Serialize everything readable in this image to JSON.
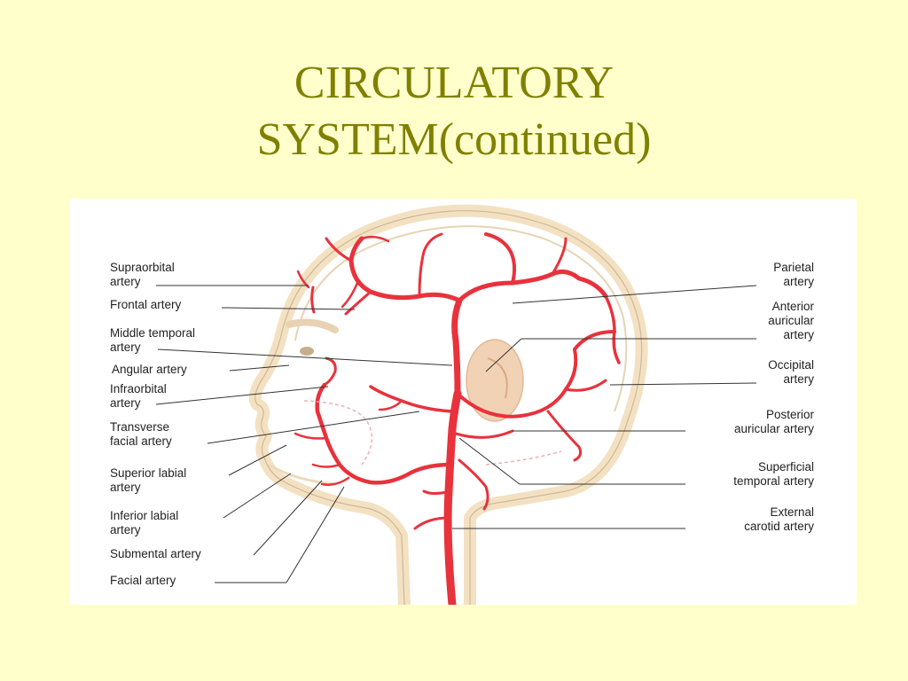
{
  "slide": {
    "title_line1": "CIRCULATORY",
    "title_line2": "SYSTEM(continued)"
  },
  "colors": {
    "background": "#ffffcc",
    "title": "#808000",
    "artery": "#e8323c",
    "skin": "#f5e6cc"
  },
  "labels_left": [
    {
      "l1": "Supraorbital",
      "l2": "artery"
    },
    {
      "l1": "Frontal artery",
      "l2": ""
    },
    {
      "l1": "Middle temporal",
      "l2": "artery"
    },
    {
      "l1": "Angular artery",
      "l2": ""
    },
    {
      "l1": "Infraorbital",
      "l2": "artery"
    },
    {
      "l1": "Transverse",
      "l2": "facial artery"
    },
    {
      "l1": "Superior labial",
      "l2": "artery"
    },
    {
      "l1": "Inferior labial",
      "l2": "artery"
    },
    {
      "l1": "Submental artery",
      "l2": ""
    },
    {
      "l1": "Facial artery",
      "l2": ""
    }
  ],
  "labels_right": [
    {
      "l1": "Parietal",
      "l2": "artery"
    },
    {
      "l1": "Anterior",
      "l2": "auricular",
      "l3": "artery"
    },
    {
      "l1": "Occipital",
      "l2": "artery"
    },
    {
      "l1": "Posterior",
      "l2": "auricular artery"
    },
    {
      "l1": "Superficial",
      "l2": "temporal artery"
    },
    {
      "l1": "External",
      "l2": "carotid artery"
    }
  ]
}
